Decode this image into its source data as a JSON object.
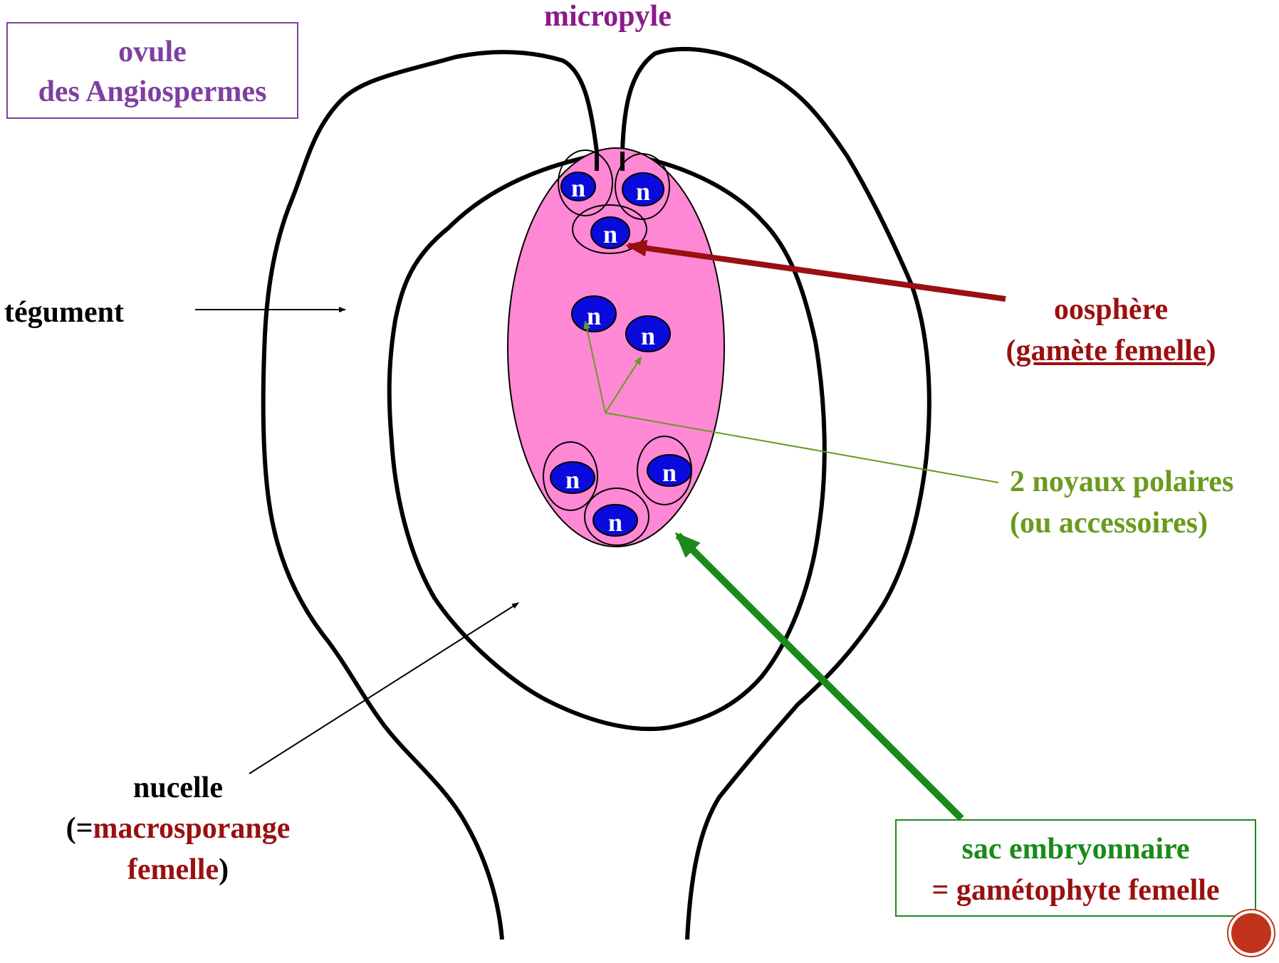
{
  "title": {
    "line1": "ovule",
    "line2": "des Angiospermes"
  },
  "labels": {
    "micropyle": "micropyle",
    "tegument": "tégument",
    "nucelle": "nucelle",
    "nucelle_open": "(=",
    "macrosporange": "macrosporange",
    "femelle": "femelle",
    "nucelle_close": ")",
    "oosphere": "oosphère",
    "gamete_open": "(",
    "gamete": "gamète femelle",
    "gamete_close": ")",
    "noyaux_line1": "2 noyaux polaires",
    "noyaux_line2": "(ou accessoires)",
    "sac_line1": "sac embryonnaire",
    "sac_line2": "= gamétophyte femelle"
  },
  "nucleus_label": "n",
  "colors": {
    "title": "#7f3fa0",
    "micropyle": "#8b1a8b",
    "black": "#000000",
    "dark_red": "#9a1010",
    "olive_green": "#6a9a1e",
    "green": "#1a8a1a",
    "embryo_sac_fill": "#ff88d4",
    "nucleus_fill": "#0a0adc",
    "badge": "#c0321a"
  }
}
